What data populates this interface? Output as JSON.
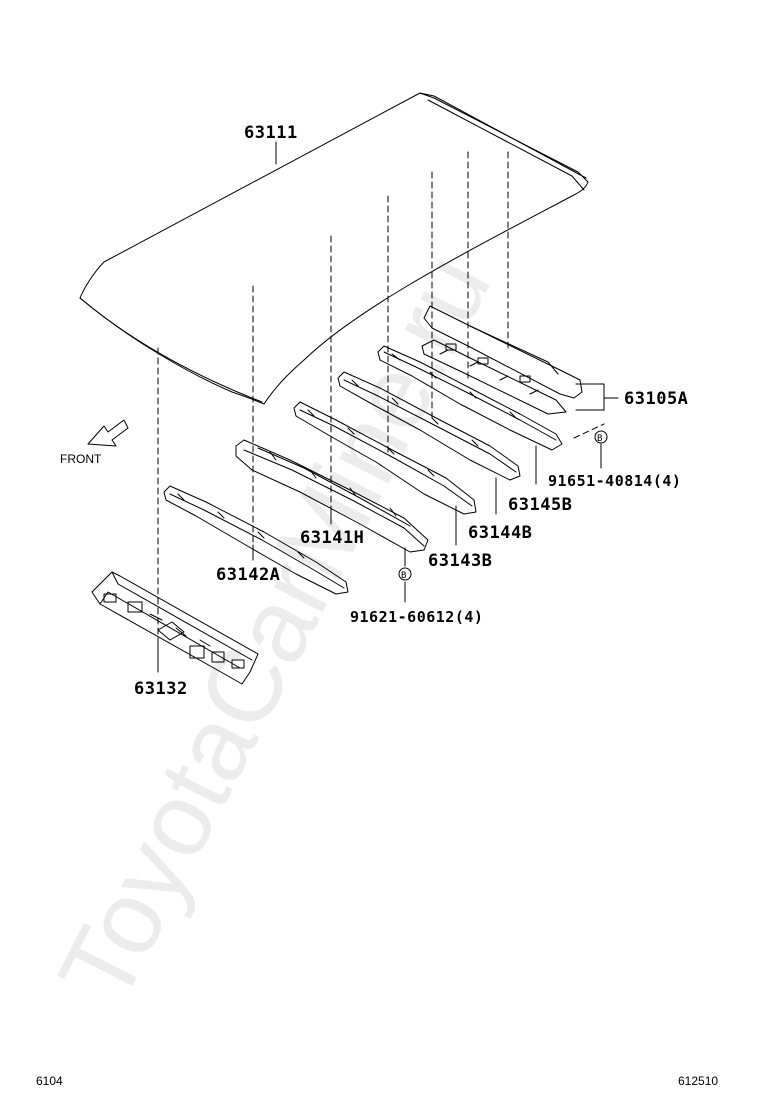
{
  "watermark": "ToyotaCarMine.ru",
  "front_label": "FRONT",
  "bolt_symbol": "B",
  "parts": {
    "roof_panel": "63111",
    "rail_front": "63132",
    "bow_a": "63142A",
    "bow_h": "63141H",
    "bow_143b": "63143B",
    "bow_144b": "63144B",
    "bow_145b": "63145B",
    "rail_rear": "63105A"
  },
  "bolts": {
    "bolt_front": "91621-60612(4)",
    "bolt_rear": "91651-40814(4)"
  },
  "footer": {
    "left": "6104",
    "right": "612510"
  }
}
